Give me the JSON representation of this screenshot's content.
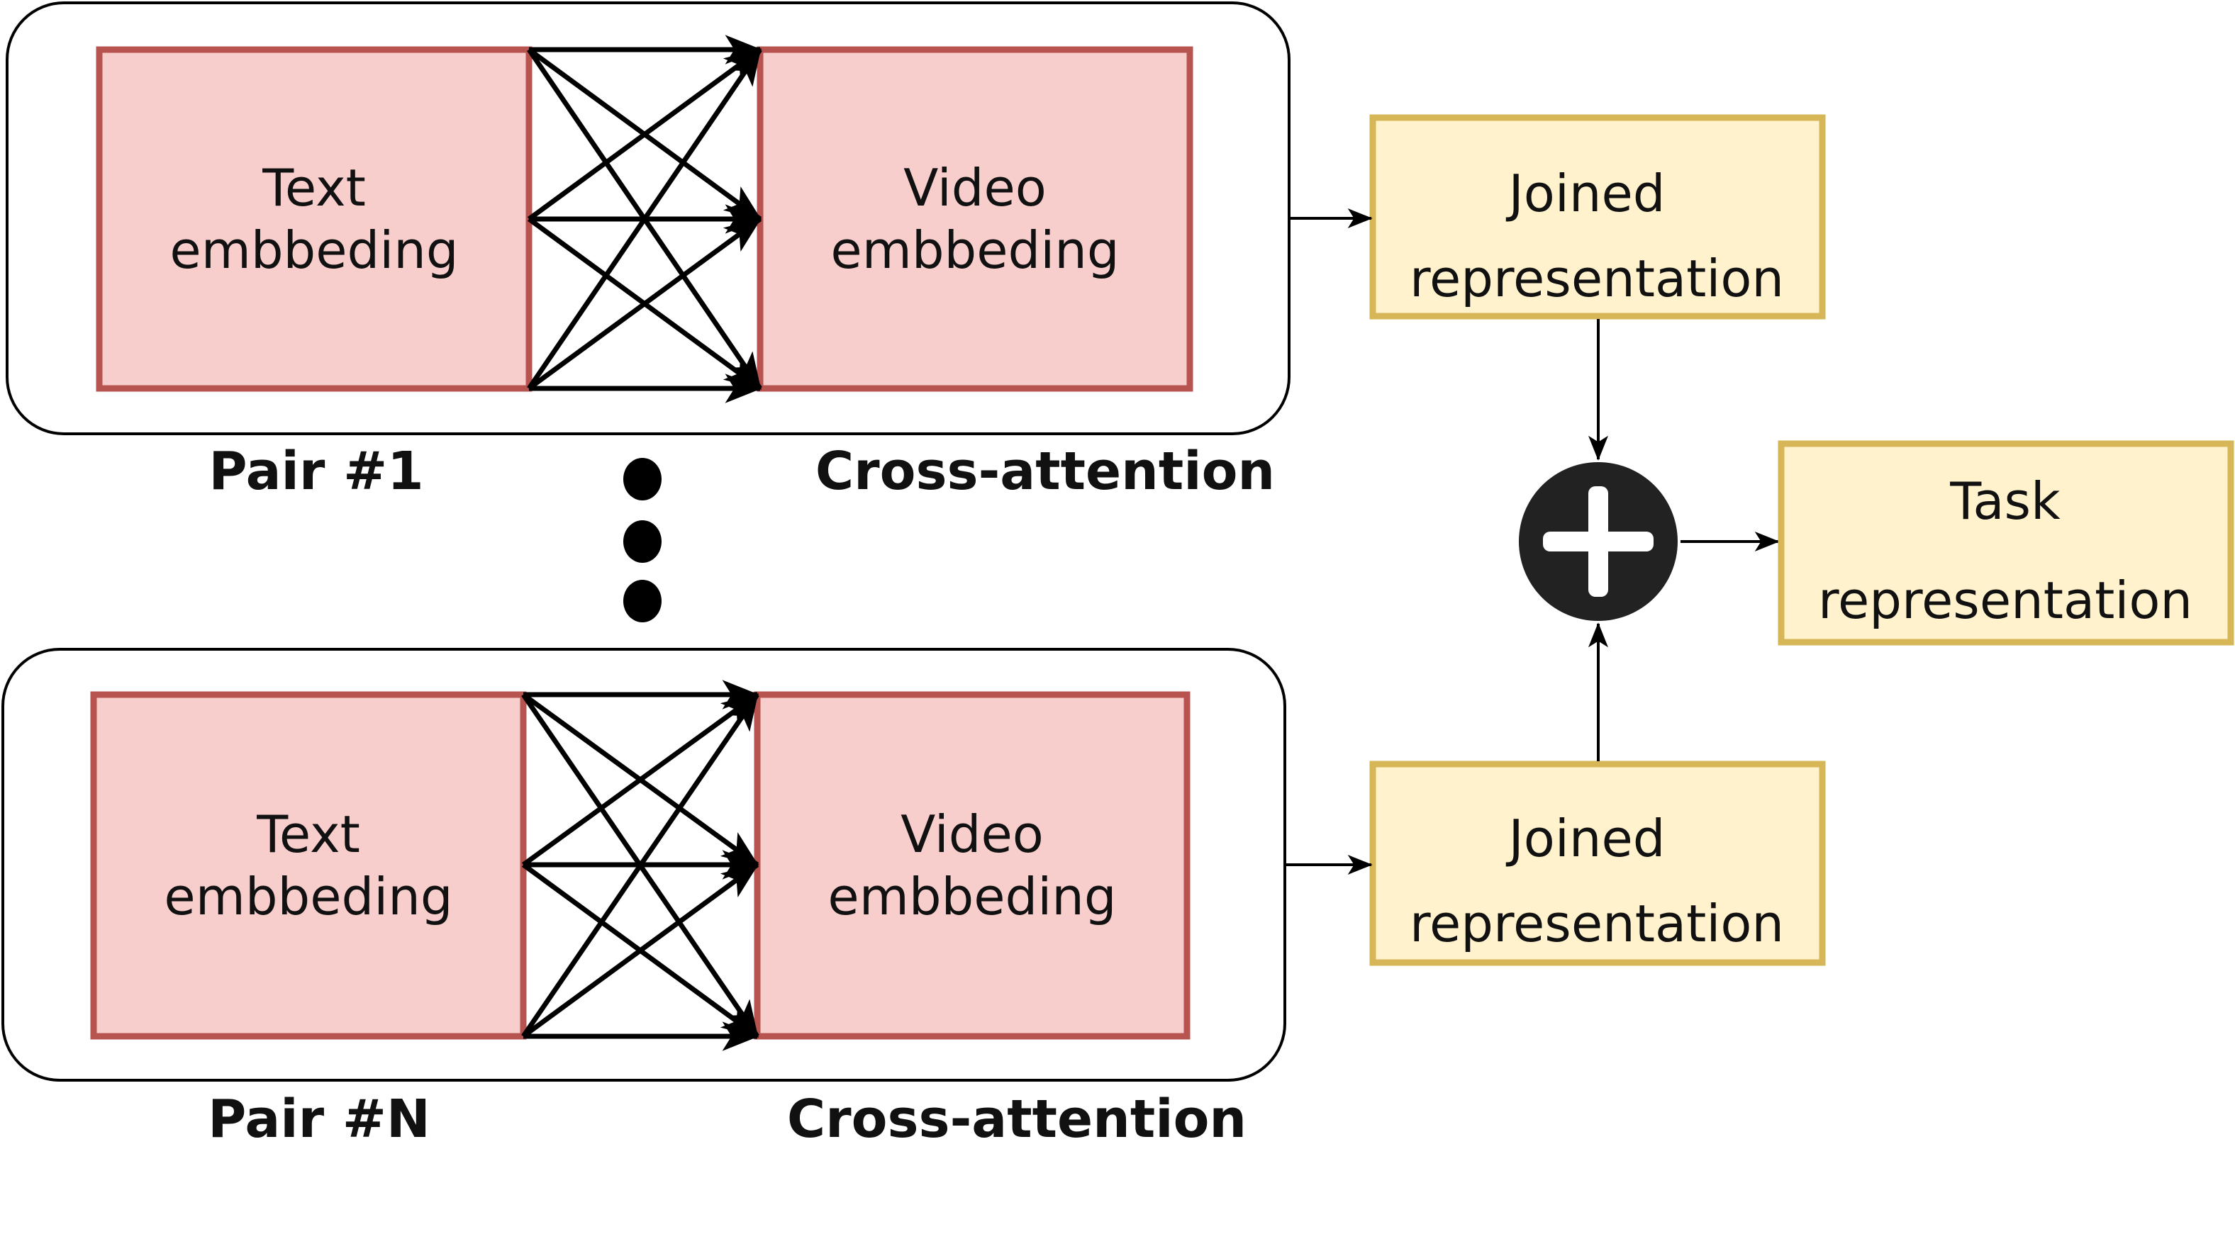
{
  "pairs": [
    {
      "text_box": {
        "line1": "Text",
        "line2": "embbeding"
      },
      "video_box": {
        "line1": "Video",
        "line2": "embbeding"
      },
      "pair_label": "Pair #1",
      "attention_label": "Cross-attention"
    },
    {
      "text_box": {
        "line1": "Text",
        "line2": "embbeding"
      },
      "video_box": {
        "line1": "Video",
        "line2": "embbeding"
      },
      "pair_label": "Pair #N",
      "attention_label": "Cross-attention"
    }
  ],
  "joined": [
    {
      "line1": "Joined",
      "line2": "representation"
    },
    {
      "line1": "Joined",
      "line2": "representation"
    }
  ],
  "task": {
    "line1": "Task",
    "line2": "representation"
  },
  "colors": {
    "embedding_fill": "#f8cecc",
    "embedding_stroke": "#b85450",
    "representation_fill": "#fff2cc",
    "representation_stroke": "#d6b656",
    "plus_circle": "#222222",
    "line": "#000000"
  },
  "icons": {
    "sum": "plus-circle-icon",
    "ellipsis": "vertical-ellipsis-icon"
  }
}
